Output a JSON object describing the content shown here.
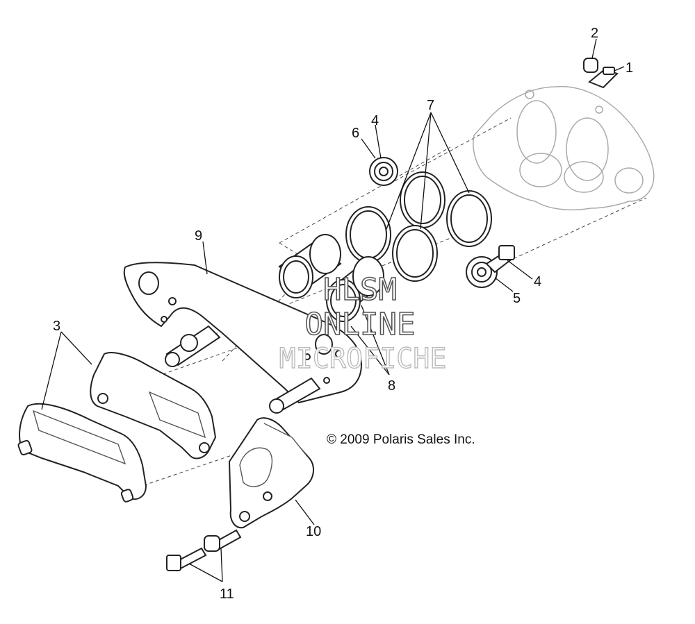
{
  "diagram": {
    "callouts": {
      "c1": "1",
      "c2": "2",
      "c3": "3",
      "c4a": "4",
      "c4b": "4",
      "c5": "5",
      "c6": "6",
      "c7": "7",
      "c8": "8",
      "c9": "9",
      "c10": "10",
      "c11": "11"
    },
    "copyright": "© 2009 Polaris Sales Inc.",
    "watermark": {
      "line1": "HLSM",
      "line2": "ONLINE",
      "line3": "MICROFICHE"
    },
    "colors": {
      "line": "#222222",
      "background": "#ffffff"
    }
  }
}
